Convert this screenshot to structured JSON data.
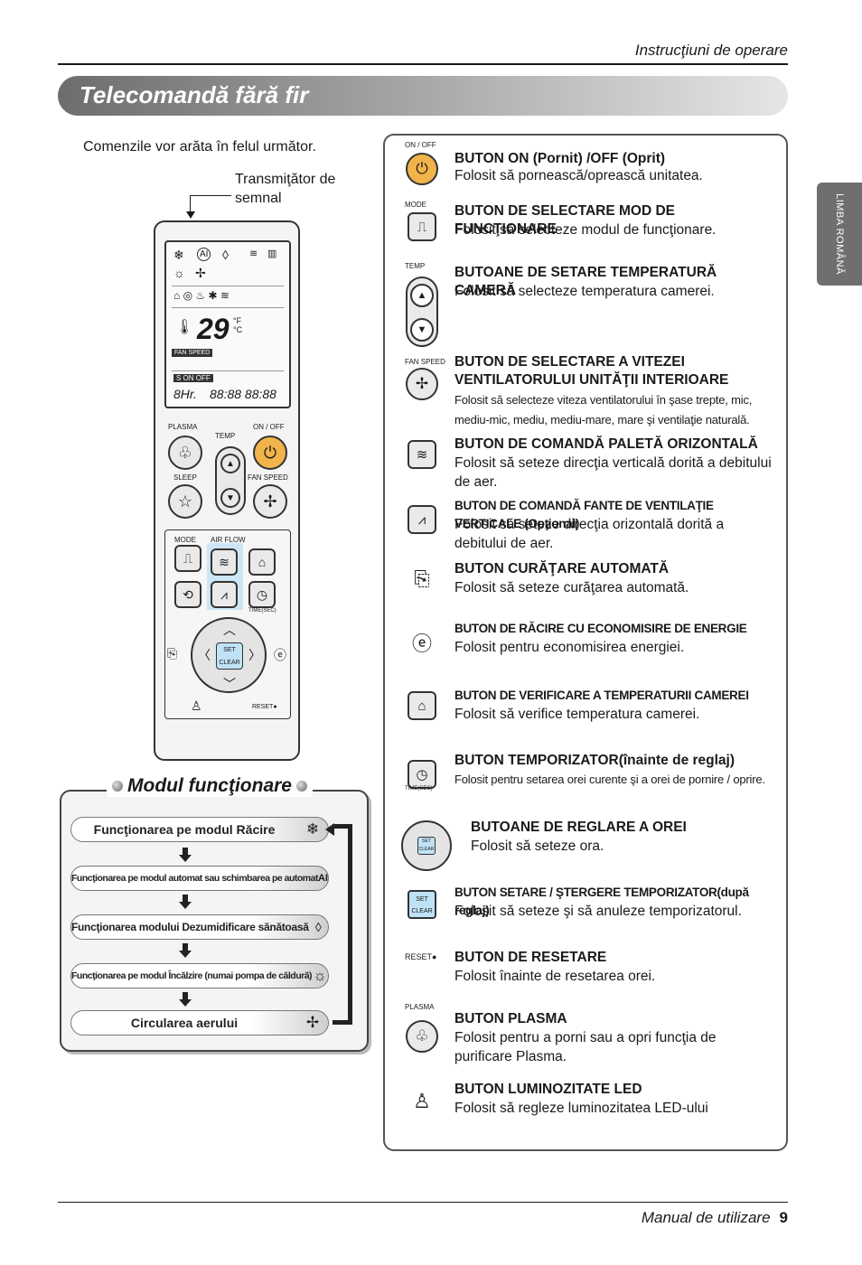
{
  "header": {
    "title": "Instrucţiuni de operare"
  },
  "page_title": "Telecomandă fără fir",
  "side_tab": "LIMBA ROMÂNĂ",
  "intro": "Comenzile vor arăta în felul următor.",
  "transmitter_label": "Transmiţător de semnal",
  "remote": {
    "temp_display": "29",
    "units": "°F °C",
    "fan_speed": "FAN SPEED",
    "timer_row": "S   ON   OFF",
    "hr": "8Hr.",
    "plasma": "PLASMA",
    "temp": "TEMP",
    "onoff": "ON / OFF",
    "sleep": "SLEEP",
    "fanspeed": "FAN SPEED",
    "mode": "MODE",
    "airflow": "AIR FLOW",
    "time": "TIME(SEC)",
    "set": "SET",
    "clear": "CLEAR",
    "reset": "RESET●"
  },
  "mode_section": {
    "title": "Modul funcţionare",
    "modes": [
      {
        "label": "Funcţionarea pe modul Răcire",
        "icon": "snowflake-icon",
        "glyph": "❄"
      },
      {
        "label": "Funcţionarea pe modul automat sau schimbarea pe automat",
        "icon": "ai-icon",
        "glyph": "AI"
      },
      {
        "label": "Funcţionarea modului Dezumidificare sănătoasă",
        "icon": "drop-icon",
        "glyph": "💧"
      },
      {
        "label": "Funcţionarea pe modul Încălzire (numai pompa de căldură)",
        "icon": "sun-icon",
        "glyph": "☼"
      },
      {
        "label": "Circularea aerului",
        "icon": "fan-icon",
        "glyph": "✢"
      }
    ]
  },
  "buttons": [
    {
      "caption": "ON / OFF",
      "title": "BUTON ON (Pornit) /OFF (Oprit)",
      "desc": "Folosit să pornească/oprească unitatea."
    },
    {
      "caption": "MODE",
      "title": "BUTON DE SELECTARE MOD DE FUNCŢIONARE",
      "desc": "Folosit să selecteze modul de funcţionare."
    },
    {
      "caption": "TEMP",
      "title": "BUTOANE DE SETARE TEMPERATURĂ CAMERĂ",
      "desc": "Folosit să selecteze temperatura camerei."
    },
    {
      "caption": "FAN SPEED",
      "title": "BUTON DE SELECTARE A VITEZEI VENTILATORULUI UNITĂŢII INTERIOARE",
      "desc": "Folosit să selecteze viteza ventilatorului în şase trepte, mic, mediu-mic, mediu, mediu-mare, mare şi ventilaţie naturală."
    },
    {
      "caption": "",
      "title": "BUTON DE COMANDĂ PALETĂ ORIZONTALĂ",
      "desc": "Folosit să seteze direcţia verticală dorită a debitului de aer."
    },
    {
      "caption": "",
      "title": "BUTON DE COMANDĂ FANTE DE VENTILAŢIE VERTICALE (Opţional)",
      "desc": "Folosit să seteze direcţia orizontală dorită a debitului de aer."
    },
    {
      "caption": "",
      "title": "BUTON CURĂŢARE AUTOMATĂ",
      "desc": "Folosit să seteze curăţarea automată."
    },
    {
      "caption": "",
      "title": "BUTON DE RĂCIRE CU ECONOMISIRE DE ENERGIE",
      "desc": "Folosit pentru economisirea energiei."
    },
    {
      "caption": "",
      "title": "BUTON DE VERIFICARE A TEMPERATURII CAMEREI",
      "desc": "Folosit să verifice temperatura camerei."
    },
    {
      "caption": "TIME(SEC)",
      "title": "BUTON TEMPORIZATOR(înainte de reglaj)",
      "desc": "Folosit pentru setarea orei curente şi a orei de pornire / oprire."
    },
    {
      "caption": "",
      "title": "BUTOANE DE REGLARE A OREI",
      "desc": "Folosit să seteze ora."
    },
    {
      "caption": "",
      "title": "BUTON SETARE / ŞTERGERE TEMPORIZATOR(după reglaj)",
      "desc": "Folosit să seteze şi să anuleze temporizatorul."
    },
    {
      "caption": "RESET●",
      "title": "BUTON DE RESETARE",
      "desc": "Folosit înainte de resetarea orei."
    },
    {
      "caption": "PLASMA",
      "title": "BUTON PLASMA",
      "desc": "Folosit pentru a porni sau a opri funcţia de purificare Plasma."
    },
    {
      "caption": "",
      "title": "BUTON LUMINOZITATE LED",
      "desc": "Folosit să regleze luminozitatea LED-ului"
    }
  ],
  "footer": {
    "label": "Manual de utilizare",
    "page": "9"
  },
  "colors": {
    "onoff_orange": "#f0b44a",
    "set_blue": "#bfe2f6",
    "title_bar": "#6d6d6d"
  }
}
